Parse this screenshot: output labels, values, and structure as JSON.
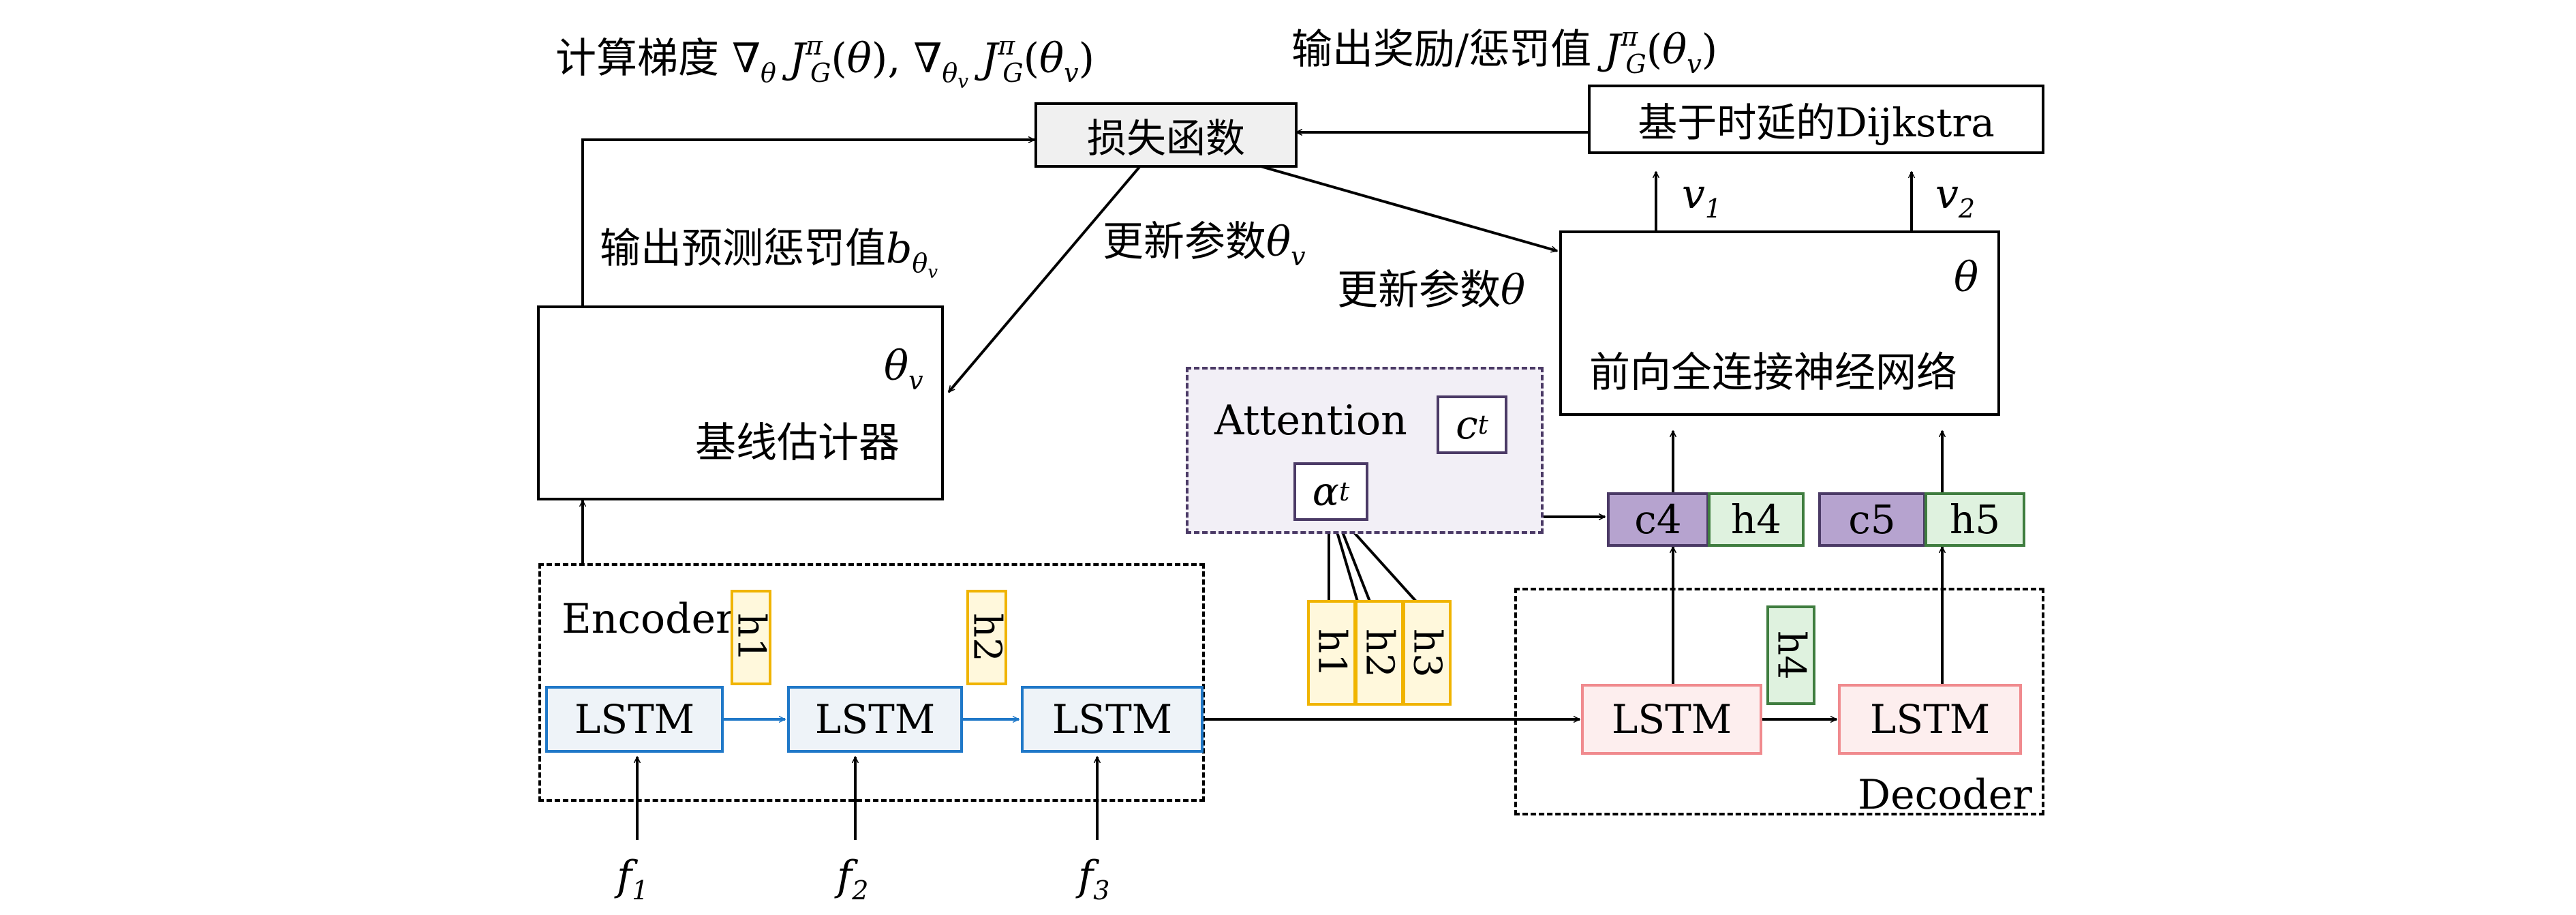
{
  "top_labels": {
    "compute_gradient": "计算梯度 ∇θ J^π_G(θ), ∇θv J^π_G(θv)",
    "compute_gradient_text": "计算梯度",
    "output_reward": "输出奖励/惩罚值 J^π_G(θv)",
    "output_reward_text": "输出奖励/惩罚值"
  },
  "loss_function": "损失函数",
  "dijkstra": "基于时延的Dijkstra",
  "v1": "v",
  "v1_sub": "1",
  "v2": "v",
  "v2_sub": "2",
  "output_baseline_prediction": "输出预测惩罚值",
  "update_theta_v": "更新参数",
  "update_theta": "更新参数",
  "baseline_estimator": {
    "param": "θ",
    "param_sub": "v",
    "label": "基线估计器"
  },
  "fc_network": {
    "param": "θ",
    "label": "前向全连接神经网络"
  },
  "attention": {
    "title": "Attention",
    "alpha": "α",
    "alpha_sub": "t",
    "context": "c",
    "context_sub": "t",
    "inputs": [
      "h1",
      "h2",
      "h3"
    ]
  },
  "encoder": {
    "title": "Encoder",
    "cells": [
      "LSTM",
      "LSTM",
      "LSTM"
    ],
    "hidden_labels": [
      "h1",
      "h2"
    ],
    "inputs": [
      "f",
      "f",
      "f"
    ],
    "input_subs": [
      "1",
      "2",
      "3"
    ]
  },
  "decoder": {
    "title": "Decoder",
    "cells": [
      "LSTM",
      "LSTM"
    ],
    "hidden_label": "h4",
    "concat": [
      {
        "c": "c4",
        "h": "h4"
      },
      {
        "c": "c5",
        "h": "h5"
      }
    ]
  },
  "colors": {
    "encoder_lstm": "#1f78c8",
    "decoder_lstm": "#f08a8e",
    "hidden_yellow": "#f0b400",
    "hidden_green": "#3f7d3f",
    "context_purple": "#b6a3cf"
  }
}
